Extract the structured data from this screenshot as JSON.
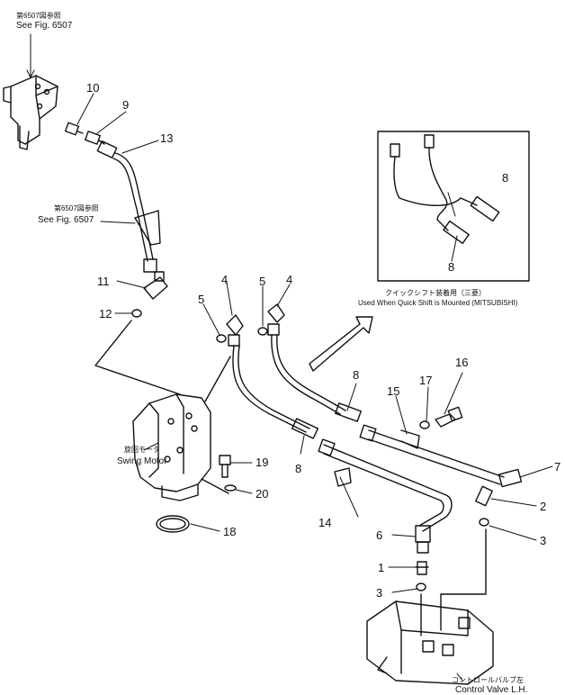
{
  "callouts": [
    {
      "n": "10"
    },
    {
      "n": "9"
    },
    {
      "n": "13"
    },
    {
      "n": "11"
    },
    {
      "n": "12"
    },
    {
      "n": "4"
    },
    {
      "n": "5"
    },
    {
      "n": "5"
    },
    {
      "n": "4"
    },
    {
      "n": "8"
    },
    {
      "n": "8"
    },
    {
      "n": "8"
    },
    {
      "n": "8"
    },
    {
      "n": "15"
    },
    {
      "n": "17"
    },
    {
      "n": "16"
    },
    {
      "n": "7"
    },
    {
      "n": "2"
    },
    {
      "n": "3"
    },
    {
      "n": "19"
    },
    {
      "n": "20"
    },
    {
      "n": "18"
    },
    {
      "n": "14"
    },
    {
      "n": "6"
    },
    {
      "n": "1"
    },
    {
      "n": "3"
    }
  ],
  "captions": {
    "ref_top_jp": "第6507図参照",
    "ref_top_en": "See Fig. 6507",
    "ref_mid_jp": "第6507図参照",
    "ref_mid_en": "See Fig. 6507",
    "quick_shift_jp": "クイックシフト装着用（三菱）",
    "quick_shift_en": "Used When Quick Shift is Mounted (MITSUBISHI)",
    "swing_motor_jp": "旋回モータ",
    "swing_motor_en": "Swing Motor",
    "control_valve_jp": "コントロールバルブ左",
    "control_valve_en": "Control Valve L.H."
  },
  "colors": {
    "ink": "#111111",
    "paper": "#ffffff"
  }
}
